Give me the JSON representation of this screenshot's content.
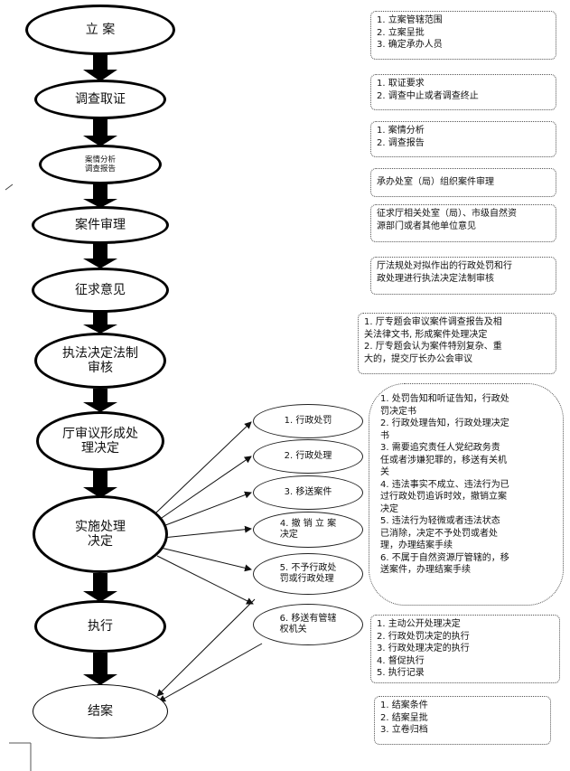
{
  "main_steps": [
    {
      "label": "立 案"
    },
    {
      "label": "调查取证"
    },
    {
      "label": "案情分析\n调查报告"
    },
    {
      "label": "案件审理"
    },
    {
      "label": "征求意见"
    },
    {
      "label": "执法决定法制\n审核"
    },
    {
      "label": "厅审议形成处\n理决定"
    },
    {
      "label": "实施处理\n决定"
    },
    {
      "label": "执行"
    },
    {
      "label": "结案"
    }
  ],
  "notes": [
    {
      "lines": [
        "1. 立案管辖范围",
        "2. 立案呈批",
        "3. 确定承办人员"
      ]
    },
    {
      "lines": [
        "1. 取证要求",
        "2. 调查中止或者调查终止"
      ]
    },
    {
      "lines": [
        "1. 案情分析",
        "2. 调查报告"
      ]
    },
    {
      "lines": [
        "承办处室（局）组织案件审理"
      ]
    },
    {
      "lines": [
        "征求厅相关处室（局）、市级自然资",
        "源部门或者其他单位意见"
      ]
    },
    {
      "lines": [
        "厅法规处对拟作出的行政处罚和行",
        "政处理进行执法决定法制审核"
      ]
    },
    {
      "lines": [
        "1. 厅专题会审议案件调查报告及相",
        "关法律文书, 形成案件处理决定",
        "2. 厅专题会认为案件特别复杂、重",
        "大的，提交厅长办公会审议"
      ]
    }
  ],
  "branches": [
    {
      "label": "1. 行政处罚"
    },
    {
      "label": "2. 行政处理"
    },
    {
      "label": "3. 移送案件"
    },
    {
      "label": "4. 撤 销 立 案\n决定"
    },
    {
      "label": "5. 不予行政处\n罚或行政处理"
    },
    {
      "label": "6. 移送有管辖\n权机关"
    }
  ],
  "decision_note": {
    "lines": [
      "1. 处罚告知和听证告知，行政处",
      "罚决定书",
      "2. 行政处理告知，行政处理决定",
      "书",
      "3. 需要追究责任人党纪政务责",
      "任或者涉嫌犯罪的，移送有关机",
      "关",
      "4. 违法事实不成立、违法行为已",
      "过行政处罚追诉时效，撤销立案",
      "决定",
      "5. 违法行为轻微或者违法状态",
      "已消除，决定不予处罚或者处",
      "理，办理结案手续",
      "6. 不属于自然资源厅管辖的，移",
      "送案件，办理结案手续"
    ]
  },
  "execution_note": {
    "lines": [
      "1. 主动公开处理决定",
      "2. 行政处罚决定的执行",
      "3. 行政处理决定的执行",
      "4. 督促执行",
      "5. 执行记录"
    ]
  },
  "closing_note": {
    "lines": [
      "1. 结案条件",
      "2. 结案呈批",
      "3. 立卷归档"
    ]
  }
}
